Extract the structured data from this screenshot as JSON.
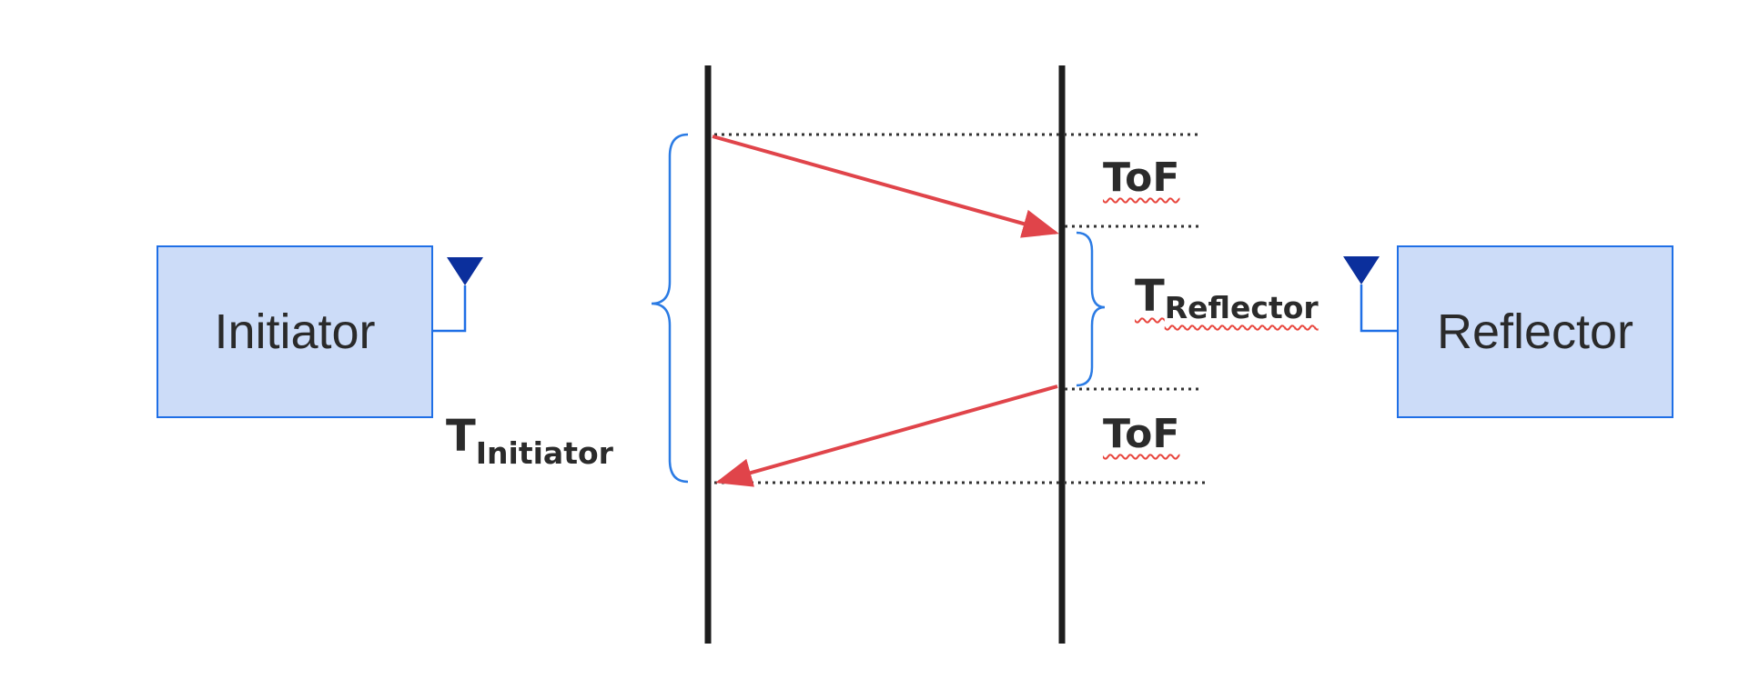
{
  "nodes": {
    "initiator": "Initiator",
    "reflector": "Reflector"
  },
  "labels": {
    "t_initiator_main": "T",
    "t_initiator_sub": "Initiator",
    "t_reflector_main": "T",
    "t_reflector_sub": "Reflector",
    "tof_top": "ToF",
    "tof_bottom": "ToF"
  },
  "colors": {
    "box_fill": "#ccdcf8",
    "box_border": "#1f6fe6",
    "arrow": "#e0444a",
    "brace": "#2b7be4",
    "antenna": "#0b2f9c",
    "timeline": "#1d1d1d"
  },
  "icons": [
    "antenna-icon"
  ]
}
